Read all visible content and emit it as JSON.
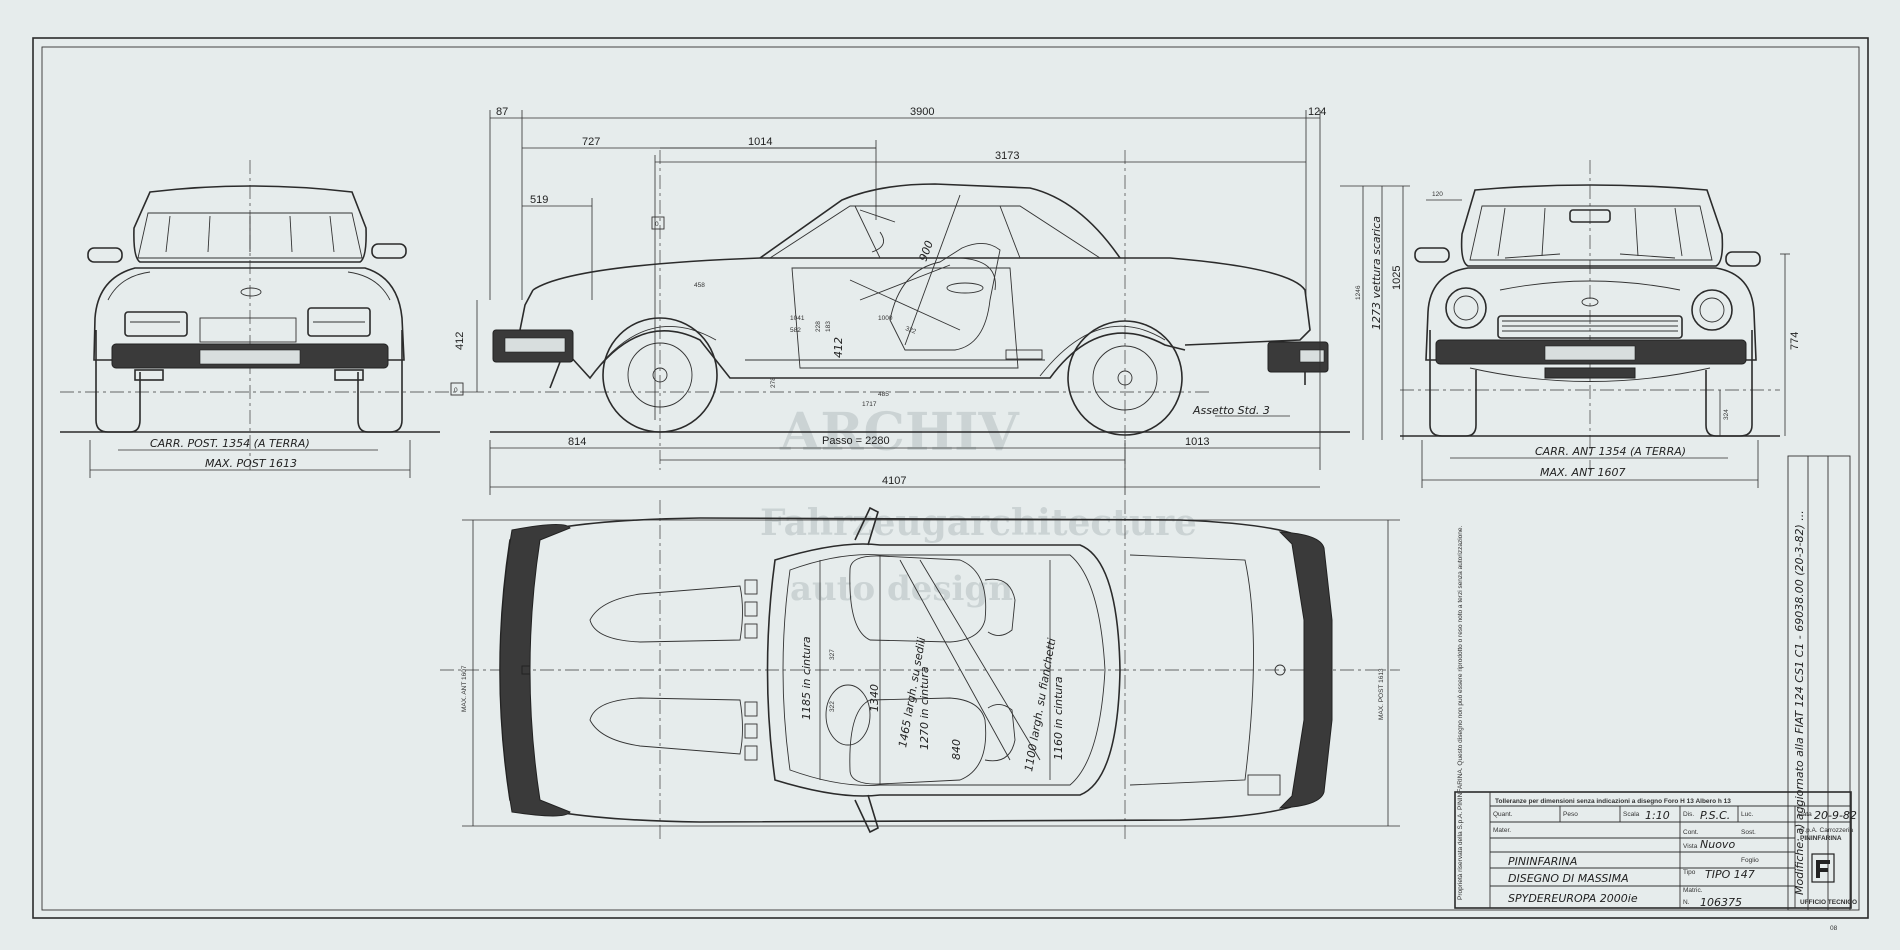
{
  "watermark": {
    "line1": "ARCHIV",
    "line2": "Fahrzeugarchitecture",
    "line3": "auto design"
  },
  "dims": {
    "overhang_front": "87",
    "overall_top": "3900",
    "overhang_rear": "124",
    "d727": "727",
    "d1014": "1014",
    "d3173": "3173",
    "d519": "519",
    "d458": "458",
    "d412": "412",
    "d900": "900",
    "d1041": "1041",
    "d582": "582",
    "d228": "228",
    "d183": "183",
    "d412b": "412",
    "d1000": "1000",
    "d322": "322",
    "d485": "485",
    "d1717": "1717",
    "d278": "278",
    "d1246": "1246",
    "d1273": "1273 vettura scarica",
    "d1025": "1025",
    "d120": "120",
    "d774": "774",
    "d324": "324",
    "carr_post": "CARR. POST. 1354 (A TERRA)",
    "max_post": "MAX. POST 1613",
    "passo": "Passo = 2280",
    "d814": "814",
    "d1013": "1013",
    "d4107": "4107",
    "assetto": "Assetto Std. 3",
    "carr_ant": "CARR. ANT 1354 (A TERRA)",
    "max_ant": "MAX. ANT 1607",
    "top_1185": "1185 in cintura",
    "top_327": "327",
    "top_322": "322",
    "top_1340": "1340",
    "top_1465": "1465 largh. su sedili",
    "top_1270": "1270 in cintura",
    "top_840": "840",
    "top_1100": "1100 largh. su fianchetti",
    "top_1160": "1160 in cintura",
    "max_ant_v": "MAX. ANT 1607",
    "max_post_v": "MAX. POST 1613",
    "marker": "0"
  },
  "revision_note": "Modifiche: a) aggiornato alla FIAT 124 CS1 C1 - 69038.00 (20-3-82) ...",
  "title_block": {
    "tolerance": "Tolleranze per dimensioni senza indicazioni a disegno Foro H 13 Albero h 13",
    "left_col_text": "Proprietà riservata della S.p.A. PININFARINA. Questo disegno non può essere riprodotto o reso noto a terzi senza autorizzazione.",
    "quant_label": "Quant.",
    "peso_label": "Peso",
    "scala_label": "Scala",
    "scala_value": "1:10",
    "dis_label": "Dis.",
    "dis_value": "P.S.C.",
    "luc_label": "Luc.",
    "data_label": "Data",
    "data_value": "20-9-82",
    "mater_label": "Mater.",
    "cont_label": "Cont.",
    "sost_label": "Sost.",
    "vista_label": "Vista",
    "vista_value": "Nuovo",
    "foglio_label": "Foglio",
    "company_small": "S.p.A. Carrozzeria",
    "company_name": "PININFARINA",
    "line1": "PININFARINA",
    "line2": "DISEGNO DI MASSIMA",
    "line3": "SPYDEREUROPA 2000ie",
    "tipo_label": "Tipo",
    "tipo_value": "TIPO 147",
    "matric_label": "Matric.",
    "n_label": "N.",
    "n_value": "106375",
    "ufficio": "UFFICIO TECNICO"
  },
  "corner_mark": "08"
}
